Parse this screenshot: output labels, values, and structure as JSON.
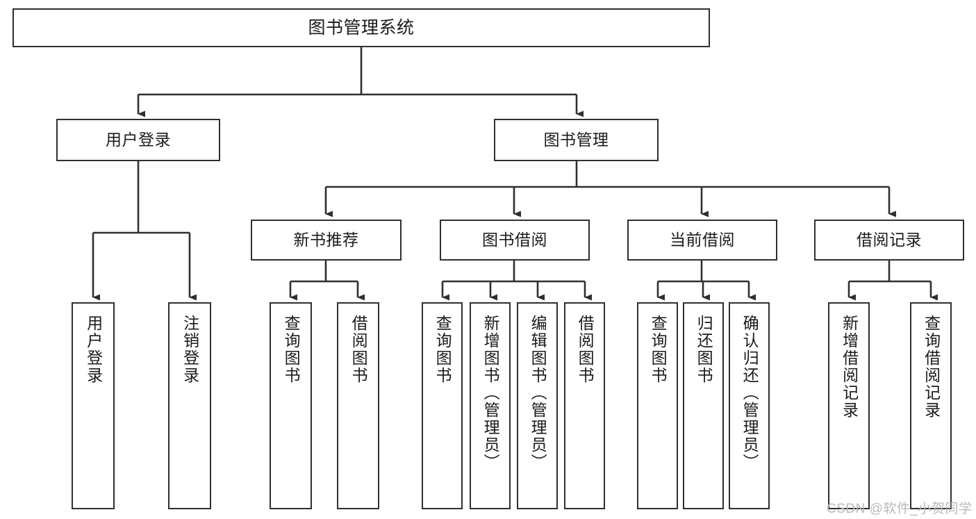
{
  "diagram": {
    "title": "图书管理系统",
    "type": "tree",
    "watermark": "CSDN @软件_小贺同学",
    "colors": {
      "stroke": "#2f2f2f",
      "fill": "#ffffff",
      "text": "#1b1b1b",
      "watermark": "#b9b9b9"
    },
    "nodes": {
      "root": {
        "label": "图书管理系统"
      },
      "level2": [
        {
          "label": "用户登录"
        },
        {
          "label": "图书管理"
        }
      ],
      "level3": [
        {
          "label": "新书推荐"
        },
        {
          "label": "图书借阅"
        },
        {
          "label": "当前借阅"
        },
        {
          "label": "借阅记录"
        }
      ],
      "leaves": {
        "user_login": [
          {
            "label": "用户登录"
          },
          {
            "label": "注销登录"
          }
        ],
        "new_book_recommend": [
          {
            "label": "查询图书"
          },
          {
            "label": "借阅图书"
          }
        ],
        "book_borrow": [
          {
            "label": "查询图书"
          },
          {
            "label": "新增图书（管理员）"
          },
          {
            "label": "编辑图书（管理员）"
          },
          {
            "label": "借阅图书"
          }
        ],
        "current_borrow": [
          {
            "label": "查询图书"
          },
          {
            "label": "归还图书"
          },
          {
            "label": "确认归还（管理员）"
          }
        ],
        "borrow_record": [
          {
            "label": "新增借阅记录"
          },
          {
            "label": "查询借阅记录"
          }
        ]
      }
    }
  }
}
